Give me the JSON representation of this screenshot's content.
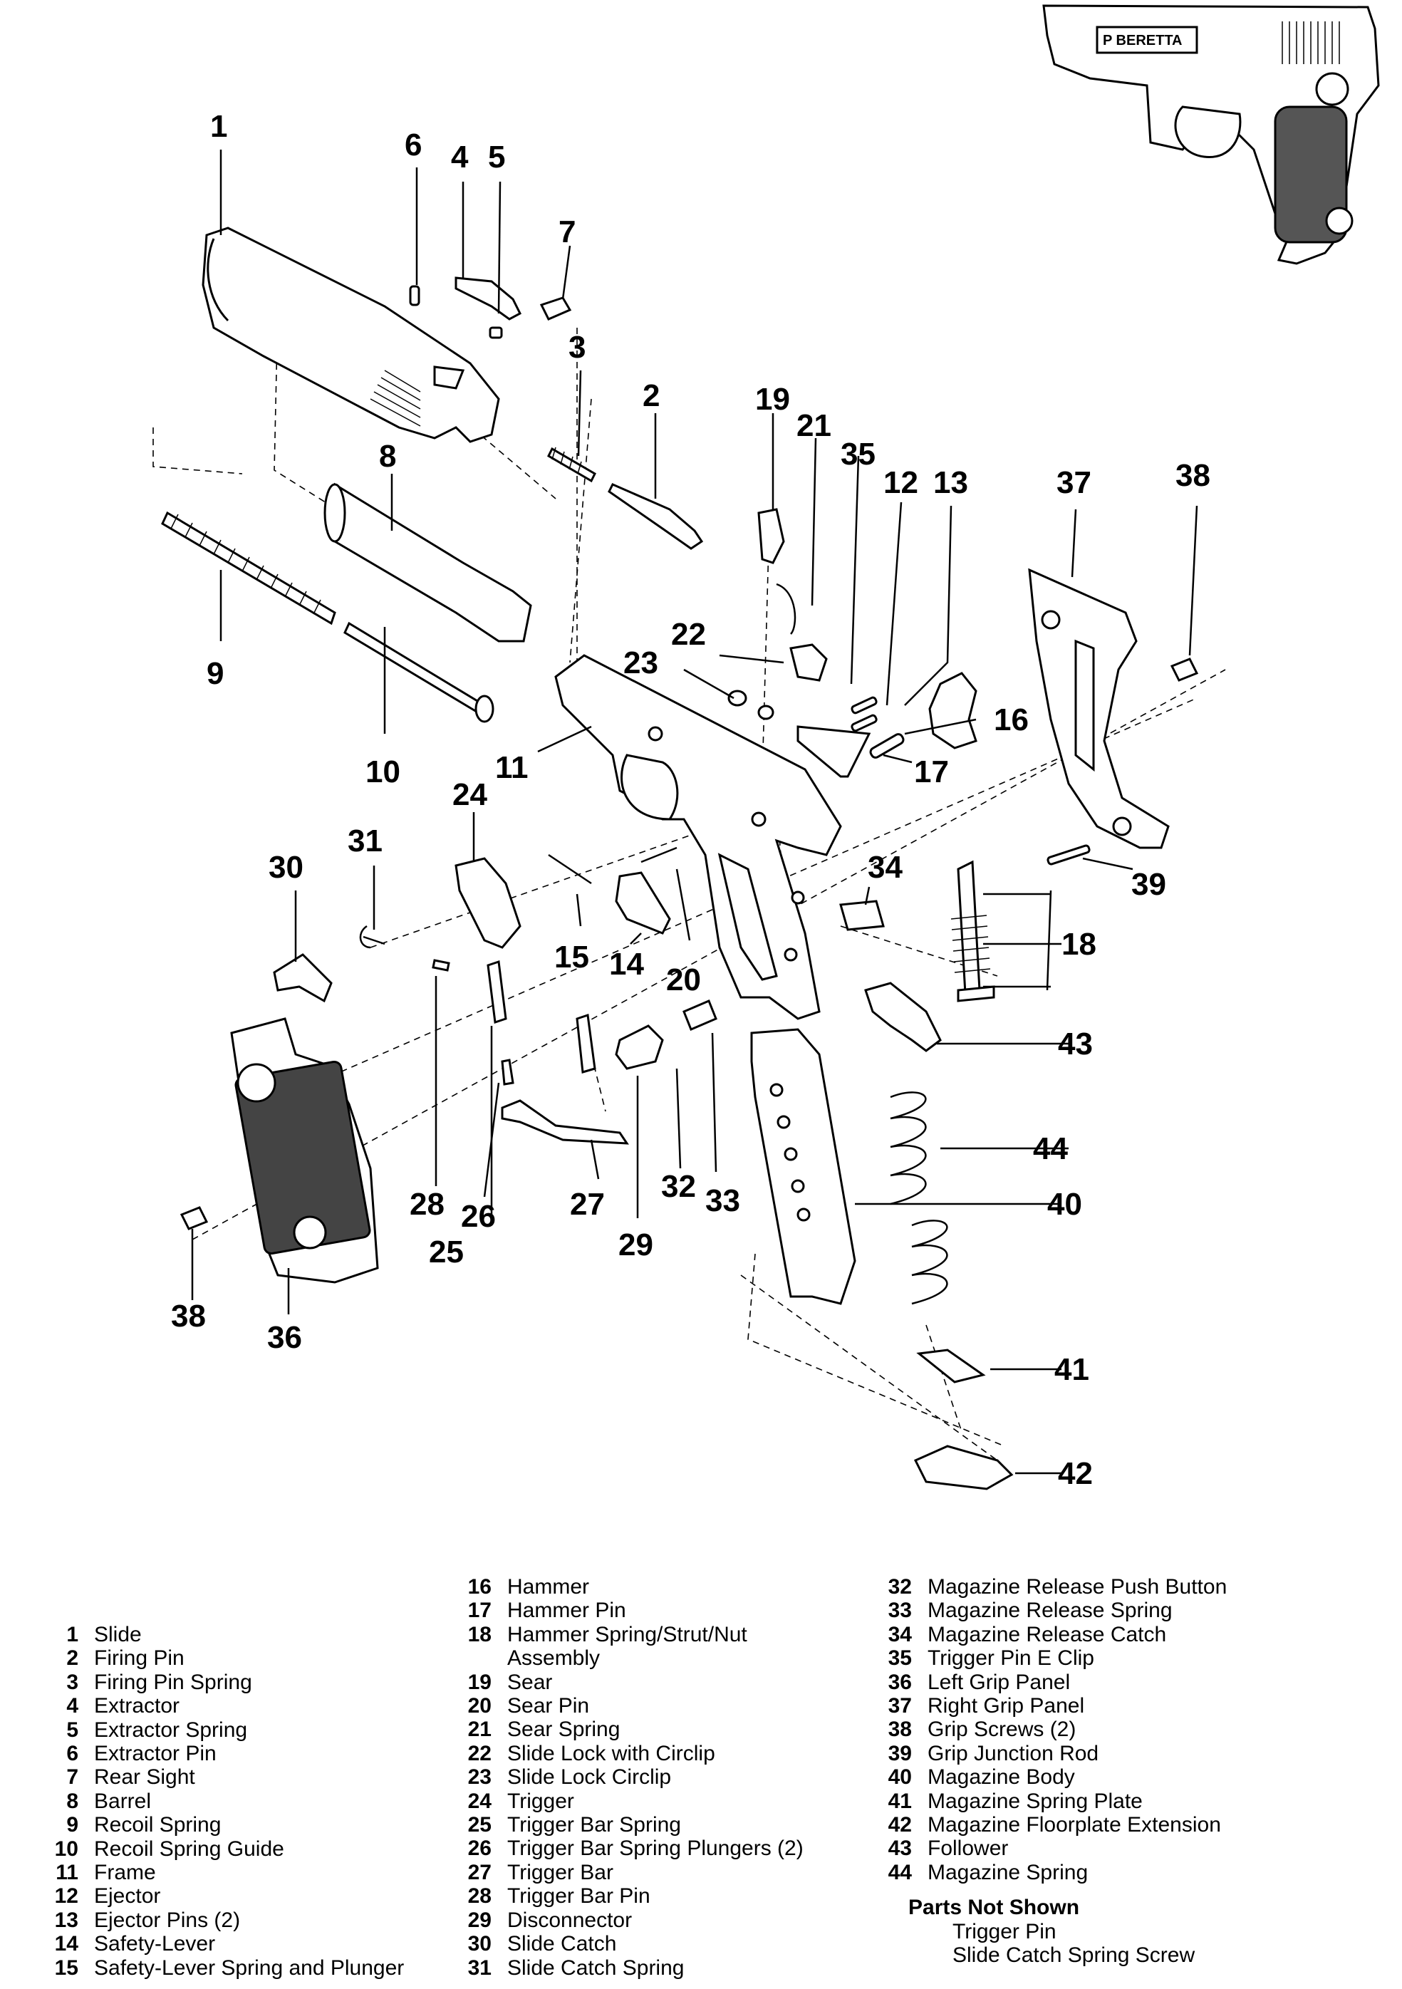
{
  "inset": {
    "brand_engraving": "P BERETTA"
  },
  "callouts": [
    "1",
    "2",
    "3",
    "4",
    "5",
    "6",
    "7",
    "8",
    "9",
    "10",
    "11",
    "12",
    "13",
    "14",
    "15",
    "16",
    "17",
    "18",
    "19",
    "20",
    "21",
    "22",
    "23",
    "24",
    "25",
    "26",
    "27",
    "28",
    "29",
    "30",
    "31",
    "32",
    "33",
    "34",
    "35",
    "36",
    "37",
    "38",
    "38",
    "39",
    "40",
    "41",
    "42",
    "43",
    "44"
  ],
  "legend": {
    "col1": [
      {
        "n": "1",
        "label": "Slide"
      },
      {
        "n": "2",
        "label": "Firing Pin"
      },
      {
        "n": "3",
        "label": "Firing Pin Spring"
      },
      {
        "n": "4",
        "label": "Extractor"
      },
      {
        "n": "5",
        "label": "Extractor Spring"
      },
      {
        "n": "6",
        "label": "Extractor Pin"
      },
      {
        "n": "7",
        "label": "Rear Sight"
      },
      {
        "n": "8",
        "label": "Barrel"
      },
      {
        "n": "9",
        "label": "Recoil Spring"
      },
      {
        "n": "10",
        "label": "Recoil Spring Guide"
      },
      {
        "n": "11",
        "label": "Frame"
      },
      {
        "n": "12",
        "label": "Ejector"
      },
      {
        "n": "13",
        "label": "Ejector Pins (2)"
      },
      {
        "n": "14",
        "label": "Safety-Lever"
      },
      {
        "n": "15",
        "label": "Safety-Lever Spring and Plunger"
      }
    ],
    "col2": [
      {
        "n": "16",
        "label": "Hammer"
      },
      {
        "n": "17",
        "label": "Hammer Pin"
      },
      {
        "n": "18",
        "label": "Hammer Spring/Strut/Nut",
        "cont": "Assembly"
      },
      {
        "n": "19",
        "label": "Sear"
      },
      {
        "n": "20",
        "label": "Sear Pin"
      },
      {
        "n": "21",
        "label": "Sear Spring"
      },
      {
        "n": "22",
        "label": "Slide Lock with Circlip"
      },
      {
        "n": "23",
        "label": "Slide Lock Circlip"
      },
      {
        "n": "24",
        "label": "Trigger"
      },
      {
        "n": "25",
        "label": "Trigger Bar Spring"
      },
      {
        "n": "26",
        "label": "Trigger Bar Spring Plungers (2)"
      },
      {
        "n": "27",
        "label": "Trigger Bar"
      },
      {
        "n": "28",
        "label": "Trigger Bar Pin"
      },
      {
        "n": "29",
        "label": "Disconnector"
      },
      {
        "n": "30",
        "label": "Slide Catch"
      },
      {
        "n": "31",
        "label": "Slide Catch Spring"
      }
    ],
    "col3": [
      {
        "n": "32",
        "label": "Magazine Release Push Button"
      },
      {
        "n": "33",
        "label": "Magazine Release Spring"
      },
      {
        "n": "34",
        "label": "Magazine Release Catch"
      },
      {
        "n": "35",
        "label": "Trigger Pin E Clip"
      },
      {
        "n": "36",
        "label": "Left Grip Panel"
      },
      {
        "n": "37",
        "label": "Right Grip Panel"
      },
      {
        "n": "38",
        "label": "Grip Screws (2)"
      },
      {
        "n": "39",
        "label": "Grip Junction Rod"
      },
      {
        "n": "40",
        "label": "Magazine Body"
      },
      {
        "n": "41",
        "label": "Magazine Spring Plate"
      },
      {
        "n": "42",
        "label": "Magazine Floorplate Extension"
      },
      {
        "n": "43",
        "label": "Follower"
      },
      {
        "n": "44",
        "label": "Magazine Spring"
      }
    ],
    "not_shown": {
      "heading": "Parts Not Shown",
      "items": [
        "Trigger Pin",
        "Slide Catch Spring Screw"
      ]
    }
  }
}
